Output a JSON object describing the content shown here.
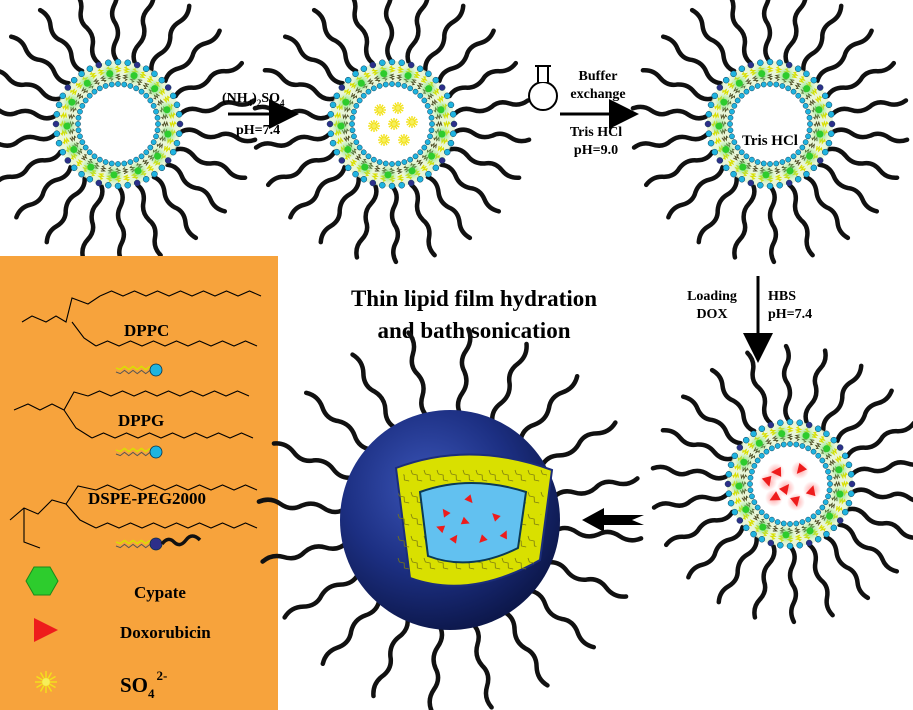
{
  "diagram": {
    "step1": {
      "reagent_main": "(NH",
      "reagent_sub1": "4",
      "reagent_mid": ")",
      "reagent_sub2": "2",
      "reagent_end": "SO",
      "reagent_sub3": "4",
      "condition": "pH=7.4"
    },
    "step2": {
      "top_line1": "Buffer",
      "top_line2": "exchange",
      "bottom_line1": "Tris HCl",
      "bottom_line2": "pH=9.0"
    },
    "liposome3_label": "Tris HCl",
    "step3": {
      "left_line1": "Loading",
      "left_line2": "DOX",
      "right_line1": "HBS",
      "right_line2": "pH=7.4"
    },
    "center_title_line1": "Thin lipid film hydration",
    "center_title_line2": "and bath sonication"
  },
  "legend": {
    "background": "#f7a33c",
    "lipids": [
      {
        "name": "DPPC",
        "head_color": "#1fb4e0"
      },
      {
        "name": "DPPG",
        "head_color": "#1fb4e0"
      },
      {
        "name": "DSPE-PEG2000",
        "head_color": "#2d2f8a"
      }
    ],
    "cypate": {
      "label": "Cypate",
      "color": "#2dcc2d"
    },
    "doxorubicin": {
      "label": "Doxorubicin",
      "color": "#ee1c1c"
    },
    "sulfate": {
      "label_base": "SO",
      "label_sub": "4",
      "label_sup": "2-",
      "color": "#f2e21a"
    }
  },
  "colors": {
    "head_teal": "#1fb4e0",
    "head_navy": "#2d2f8a",
    "tail_yellow": "#d9e000",
    "peg_black": "#111111",
    "sphere_blue": "#1b2d7a",
    "core_blue": "#62c1f0"
  }
}
